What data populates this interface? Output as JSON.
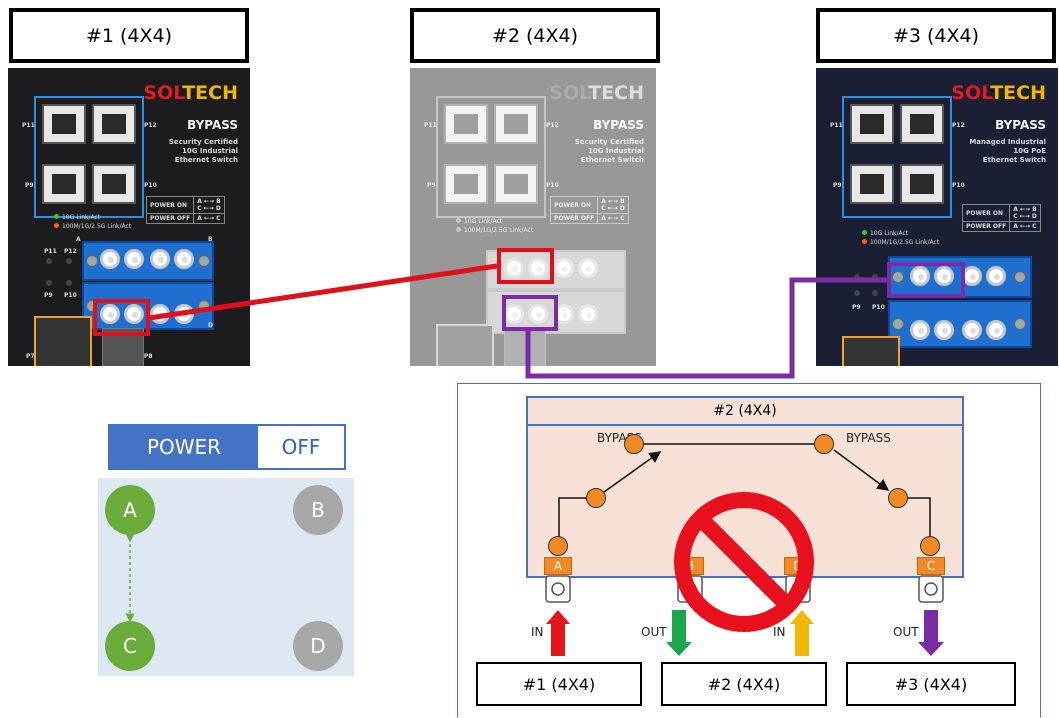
{
  "switches": [
    {
      "title": "#1 (4X4)",
      "brand_a": "SOL",
      "brand_b": "TECH",
      "model": "BYPASS",
      "desc": "Security Certified\n10G Industrial\nEthernet Switch"
    },
    {
      "title": "#2 (4X4)",
      "brand_a": "SOL",
      "brand_b": "TECH",
      "model": "BYPASS",
      "desc": "Security Certified\n10G Industrial\nEthernet Switch"
    },
    {
      "title": "#3 (4X4)",
      "brand_a": "SOL",
      "brand_b": "TECH",
      "model": "BYPASS",
      "desc": "Managed Industrial\n10G PoE\nEthernet Switch"
    }
  ],
  "switch_labels": {
    "p11": "P11",
    "p12": "P12",
    "p9": "P9",
    "p10": "P10",
    "p7": "P7",
    "p8": "P8",
    "a": "A",
    "b": "B",
    "c": "C",
    "d": "D",
    "led1": "10G Link/Act",
    "led2": "100M/1G/2.5G Link/Act",
    "pwr_on": "POWER ON",
    "pwr_off": "POWER OFF",
    "map_ab": "A ←→ B",
    "map_cd": "C ←→ D",
    "map_ac": "A ←→ C"
  },
  "power_state": {
    "label": "POWER",
    "value": "OFF",
    "nodes": {
      "a": "A",
      "b": "B",
      "c": "C",
      "d": "D"
    }
  },
  "diagram": {
    "header": "#2 (4X4)",
    "bypass_left": "BYPASS",
    "bypass_right": "BYPASS",
    "ports": {
      "a": "A",
      "b": "B",
      "d": "D",
      "c": "C"
    },
    "flows": [
      {
        "label": "IN",
        "direction": "up",
        "color": "#e8141c"
      },
      {
        "label": "OUT",
        "direction": "down",
        "color": "#1aa84a"
      },
      {
        "label": "IN",
        "direction": "up",
        "color": "#f5b800"
      },
      {
        "label": "OUT",
        "direction": "down",
        "color": "#7a2ba6"
      }
    ],
    "bottom_boxes": [
      "#1 (4X4)",
      "#2 (4X4)",
      "#3 (4X4)"
    ]
  },
  "colors": {
    "red": "#e0101a",
    "purple": "#7a2ba6",
    "green": "#6aac3a",
    "grey": "#a8a8a8",
    "blue": "#4472c4"
  }
}
